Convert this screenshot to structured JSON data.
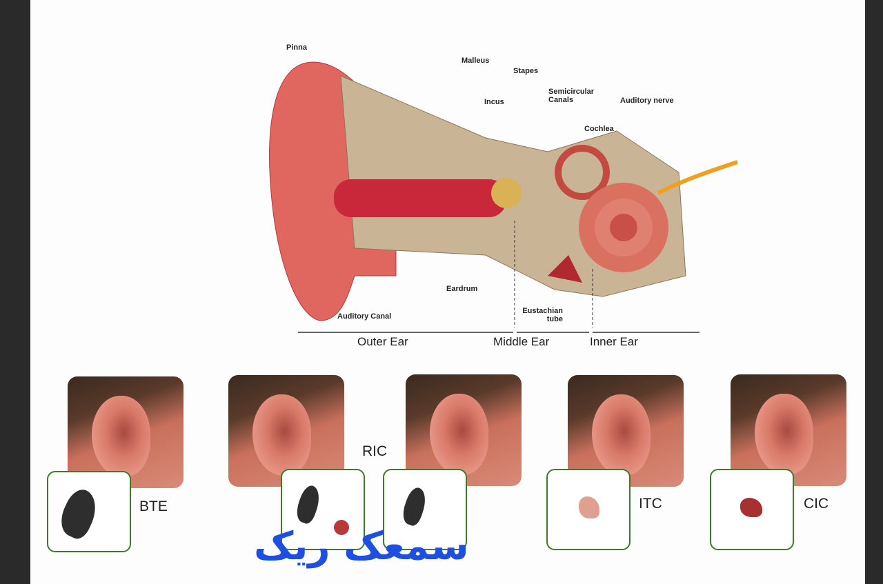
{
  "diagram": {
    "labels": {
      "pinna": "Pinna",
      "malleus": "Malleus",
      "incus": "Incus",
      "stapes": "Stapes",
      "semicircular_canals": "Semicircular Canals",
      "cochlea": "Cochlea",
      "auditory_nerve": "Auditory nerve",
      "eardrum": "Eardrum",
      "auditory_canal": "Auditory Canal",
      "eustachian_tube": "Eustachian tube"
    },
    "sections": {
      "outer": "Outer Ear",
      "middle": "Middle Ear",
      "inner": "Inner Ear"
    }
  },
  "hearing_aids": {
    "bte": "BTE",
    "ric": "RIC",
    "itc": "ITC",
    "cic": "CIC"
  },
  "watermark": "سمعک ریک"
}
